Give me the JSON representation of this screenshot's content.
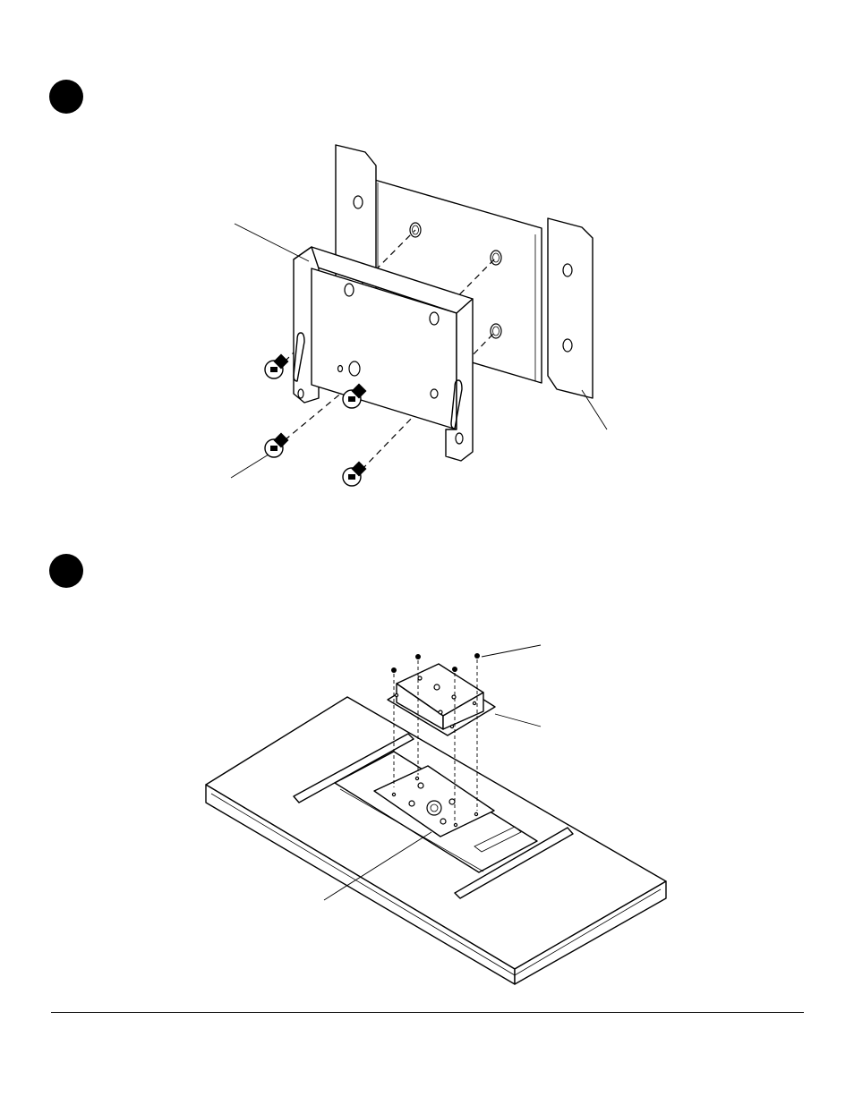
{
  "page": {
    "background": "#ffffff",
    "ink": "#000000"
  },
  "steps": [
    {
      "id": "step-1",
      "label": ""
    },
    {
      "id": "step-2",
      "label": ""
    }
  ],
  "figures": {
    "figure_1": {
      "parts": [
        "wall-plate",
        "bracket",
        "bolt",
        "bolt",
        "bolt",
        "bolt"
      ],
      "callouts": [
        "",
        "",
        ""
      ]
    },
    "figure_2": {
      "parts": [
        "display-panel",
        "mounting-rails",
        "center-plate",
        "adapter-bracket",
        "screw",
        "screw",
        "screw",
        "screw"
      ],
      "callouts": [
        "",
        "",
        ""
      ]
    }
  }
}
